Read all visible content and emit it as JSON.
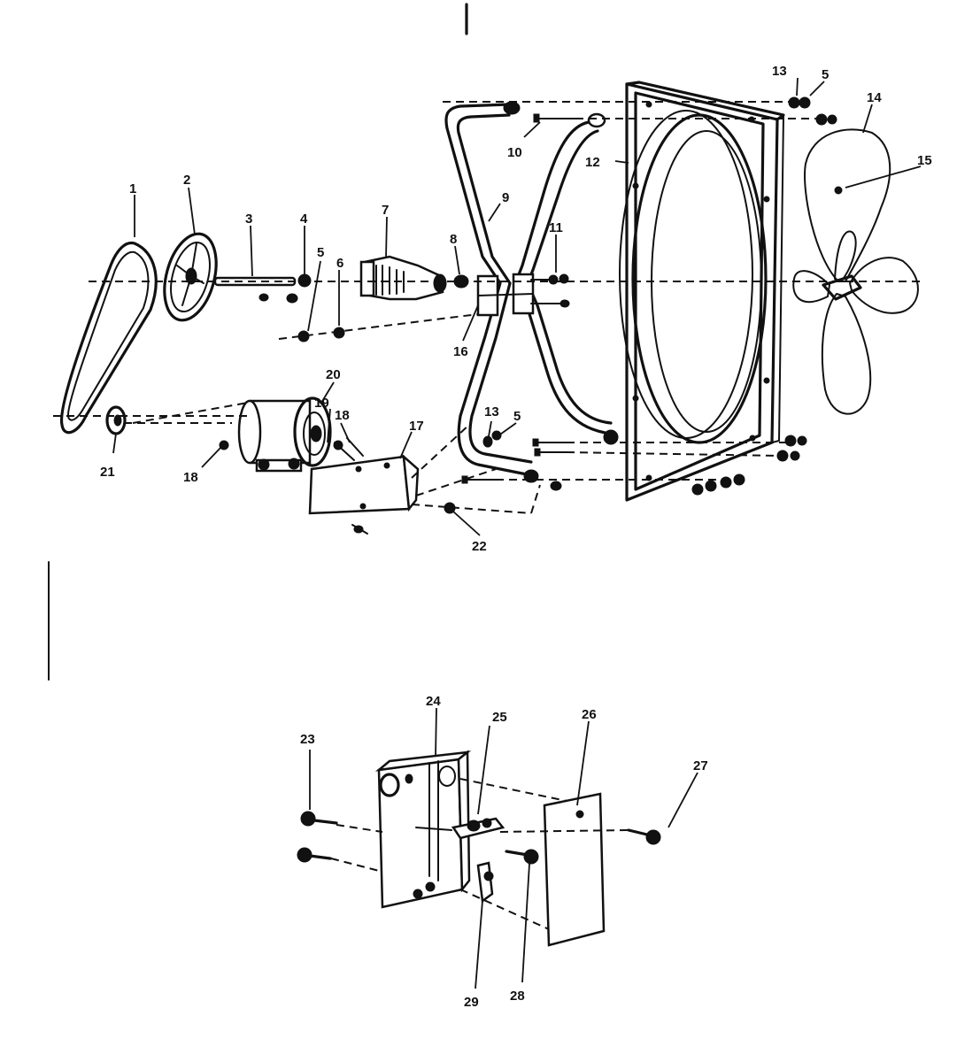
{
  "callouts": {
    "c1": "1",
    "c2": "2",
    "c3": "3",
    "c4": "4",
    "c5a": "5",
    "c5b": "5",
    "c5c": "5",
    "c6": "6",
    "c7": "7",
    "c8": "8",
    "c9": "9",
    "c10": "10",
    "c11": "11",
    "c12": "12",
    "c13a": "13",
    "c13b": "13",
    "c14": "14",
    "c15": "15",
    "c16": "16",
    "c17": "17",
    "c18a": "18",
    "c18b": "18",
    "c19": "19",
    "c20": "20",
    "c21": "21",
    "c22": "22",
    "c23": "23",
    "c24": "24",
    "c25": "25",
    "c26": "26",
    "c27": "27",
    "c28": "28",
    "c29": "29"
  }
}
